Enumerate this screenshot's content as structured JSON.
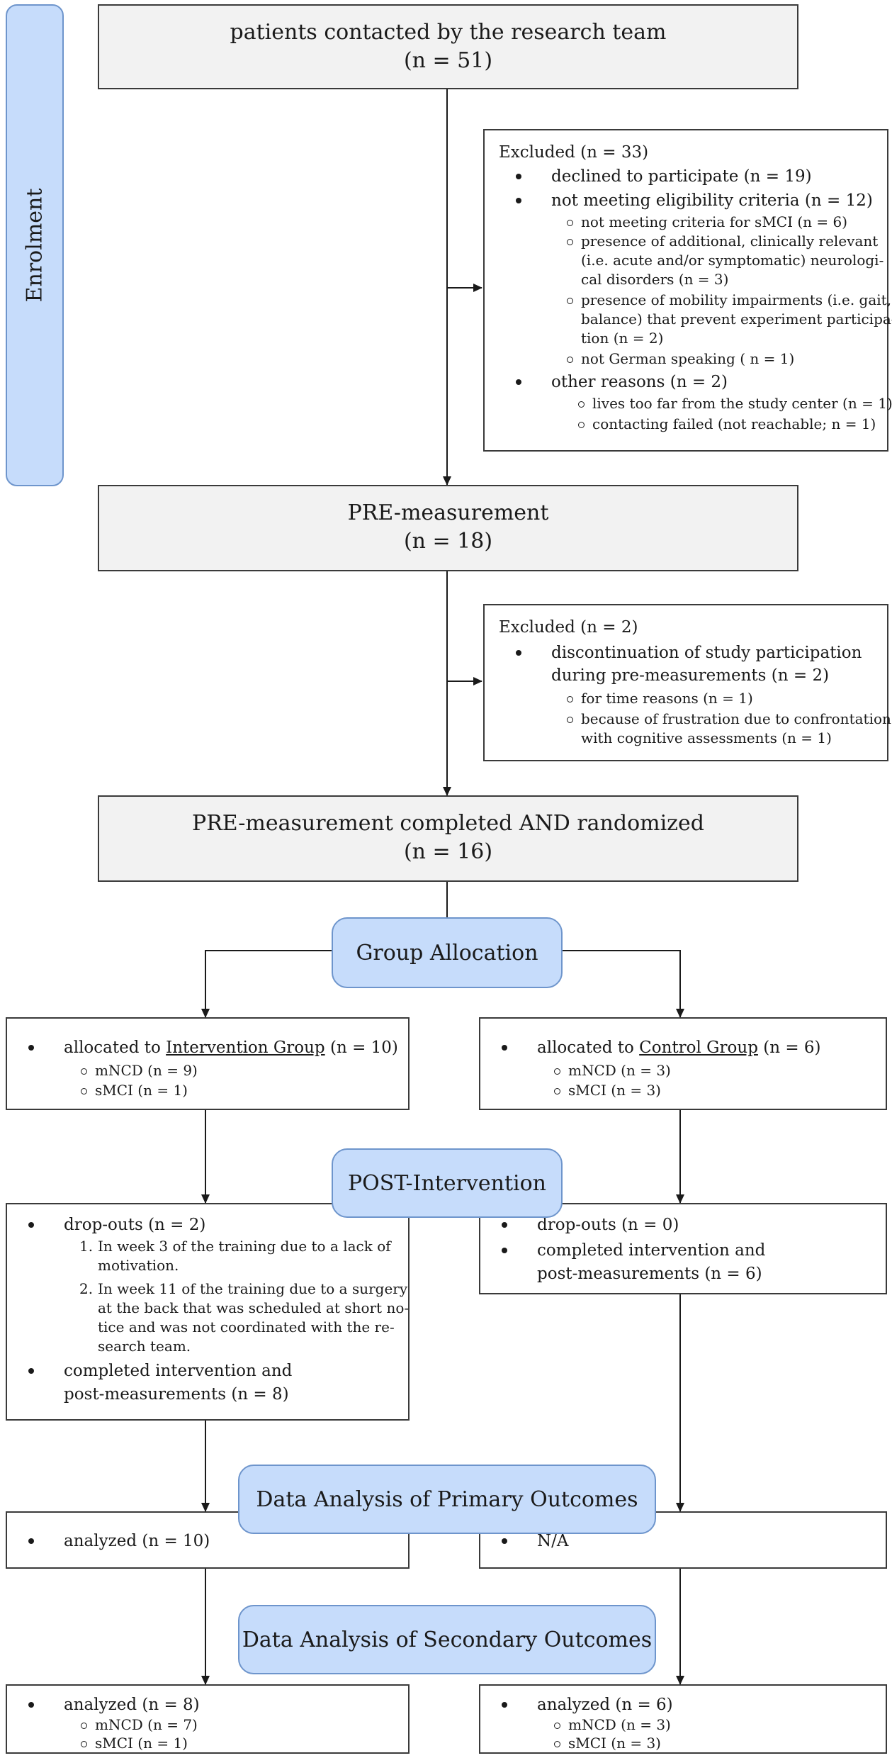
{
  "enrolment_label": "Enrolment",
  "box_contacted": {
    "title": "patients contacted by the research team",
    "n": "(n = 51)"
  },
  "excluded_1": {
    "title": "Excluded (n = 33)",
    "declined": "declined to participate (n = 19)",
    "not_meeting": "not meeting eligibility criteria (n = 12)",
    "sub_smci": "not meeting criteria for sMCI (n = 6)",
    "sub_neuro_1": "presence of additional, clinically relevant",
    "sub_neuro_2": "(i.e. acute and/or symptomatic) neurologi-",
    "sub_neuro_3": "cal disorders (n = 3)",
    "sub_mob_1": "presence of mobility impairments (i.e. gait,",
    "sub_mob_2": "balance) that prevent experiment participa-",
    "sub_mob_3": "tion (n = 2)",
    "sub_german": "not German speaking ( n = 1)",
    "other": "other reasons (n = 2)",
    "sub_far": "lives too far from the study center (n = 1)",
    "sub_failed": "contacting failed (not reachable; n = 1)"
  },
  "box_pre": {
    "title": "PRE-measurement",
    "n": "(n = 18)"
  },
  "excluded_2": {
    "title": "Excluded (n = 2)",
    "disc_1": "discontinuation of study participation",
    "disc_2": "during pre-measurements (n = 2)",
    "sub_time": "for time reasons (n = 1)",
    "sub_frust_1": "because of frustration due to confrontation",
    "sub_frust_2": "with cognitive assessments (n = 1)"
  },
  "box_randomized": {
    "title": "PRE-measurement completed AND randomized",
    "n": "(n = 16)"
  },
  "stage_allocation": "Group Allocation",
  "intervention_alloc": {
    "prefix": "allocated to ",
    "group": "Intervention Group",
    "suffix": " (n = 10)",
    "mncd": "mNCD (n = 9)",
    "smci": "sMCI (n = 1)"
  },
  "control_alloc": {
    "prefix": "allocated to ",
    "group": "Control Group",
    "suffix": " (n = 6)",
    "mncd": "mNCD (n = 3)",
    "smci": "sMCI (n = 3)"
  },
  "stage_post": "POST-Intervention",
  "intervention_post": {
    "dropouts": "drop-outs (n = 2)",
    "d1_num": "1.",
    "d1_a": "In week 3 of the training due to a lack of",
    "d1_b": "motivation.",
    "d2_num": "2.",
    "d2_a": "In week 11 of the training due to a surgery",
    "d2_b": "at the back that was scheduled at short no-",
    "d2_c": "tice and was not coordinated with the re-",
    "d2_d": "search team.",
    "completed_1": "completed intervention and",
    "completed_2": "post-measurements (n = 8)"
  },
  "control_post": {
    "dropouts": "drop-outs (n = 0)",
    "completed_1": "completed intervention and",
    "completed_2": "post-measurements (n = 6)"
  },
  "stage_primary": "Data Analysis of Primary Outcomes",
  "intervention_primary": "analyzed (n = 10)",
  "control_primary": "N/A",
  "stage_secondary": "Data Analysis of Secondary Outcomes",
  "intervention_secondary": {
    "analyzed": "analyzed (n = 8)",
    "mncd": "mNCD (n = 7)",
    "smci": "sMCI (n = 1)"
  },
  "control_secondary": {
    "analyzed": "analyzed (n = 6)",
    "mncd": "mNCD (n = 3)",
    "smci": "sMCI (n = 3)"
  }
}
